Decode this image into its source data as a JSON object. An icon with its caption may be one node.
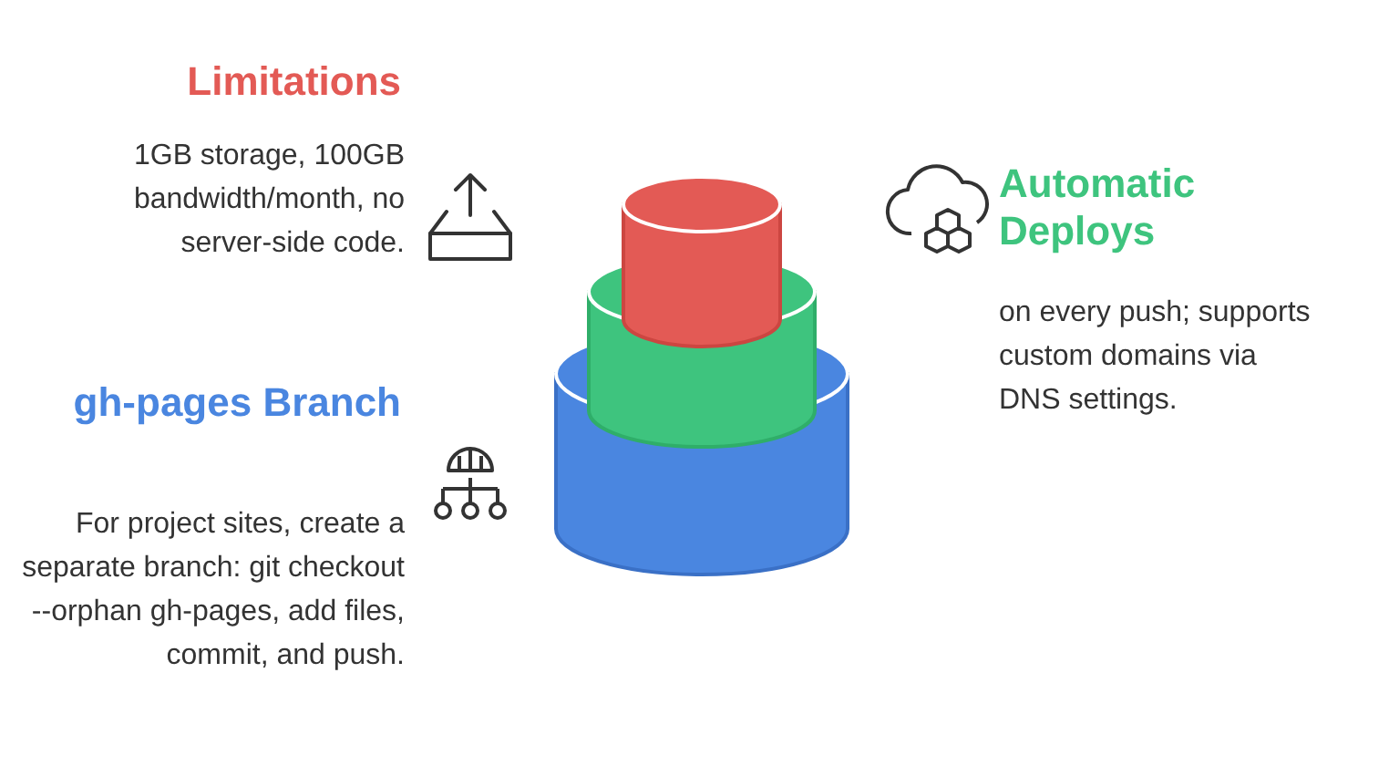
{
  "diagram": {
    "labels": [
      "Limitations",
      "1GB storage, 100GB bandwidth/month, no server-side code.",
      "Automatic Deploys",
      "on every push; supports custom domains via DNS settings.",
      "gh-pages Branch",
      "For project sites, create a separate branch: git checkout --orphan gh-pages, add files, commit, and push."
    ]
  }
}
